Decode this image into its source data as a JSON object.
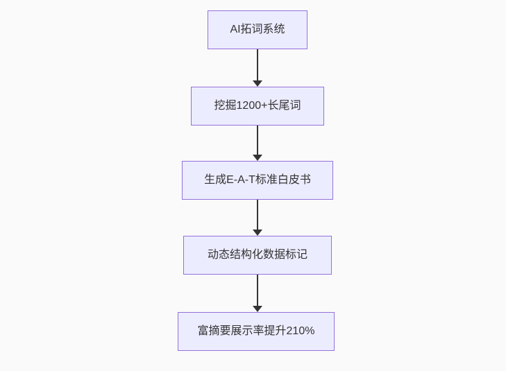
{
  "diagram": {
    "type": "flowchart",
    "direction": "top-down",
    "nodes": [
      {
        "id": "A",
        "label": "AI拓词系统"
      },
      {
        "id": "B",
        "label": "挖掘1200+长尾词"
      },
      {
        "id": "C",
        "label": "生成E-A-T标准白皮书"
      },
      {
        "id": "D",
        "label": "动态结构化数据标记"
      },
      {
        "id": "E",
        "label": "富摘要展示率提升210%"
      }
    ],
    "edges": [
      {
        "from": "A",
        "to": "B",
        "style": "arrow-down"
      },
      {
        "from": "B",
        "to": "C",
        "style": "arrow-down"
      },
      {
        "from": "C",
        "to": "D",
        "style": "arrow-down"
      },
      {
        "from": "D",
        "to": "E",
        "style": "arrow-down"
      }
    ],
    "colors": {
      "node_fill": "#ececff",
      "node_border": "#9370db",
      "arrow": "#333333",
      "text": "#333333",
      "background": "#fafafa"
    }
  }
}
